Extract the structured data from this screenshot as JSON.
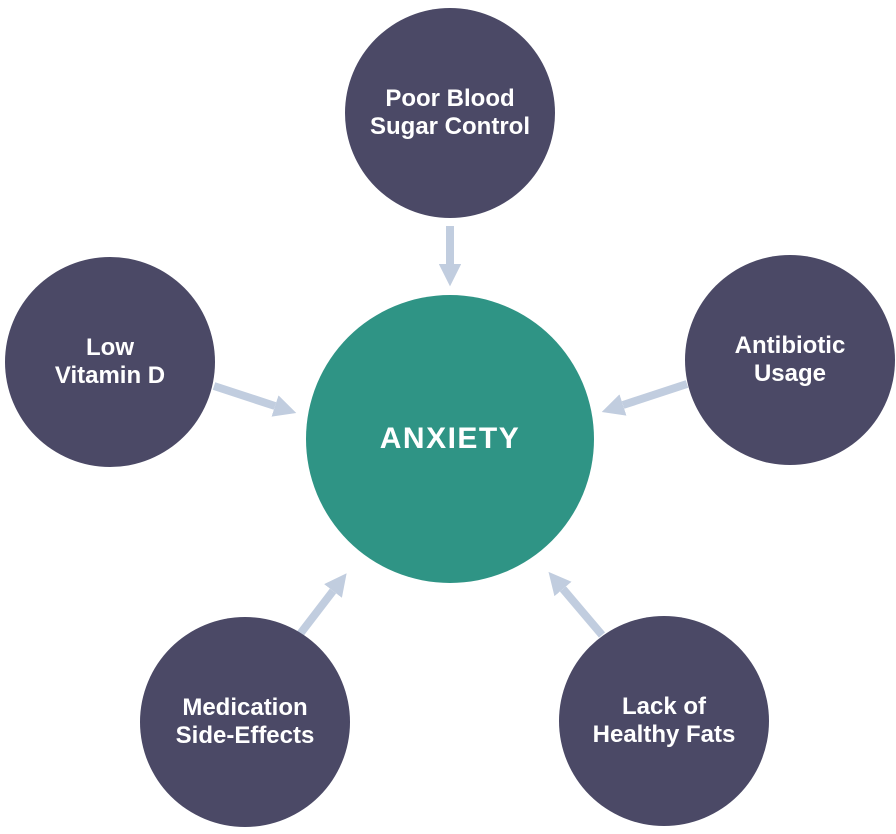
{
  "diagram": {
    "center_node": {
      "id": "anxiety",
      "label": "ANXIETY"
    },
    "factor_nodes": [
      {
        "id": "poor-blood-sugar-control",
        "lines": [
          "Poor Blood",
          "Sugar Control"
        ],
        "position": "top"
      },
      {
        "id": "low-vitamin-d",
        "lines": [
          "Low",
          "Vitamin D"
        ],
        "position": "left"
      },
      {
        "id": "antibiotic-usage",
        "lines": [
          "Antibiotic",
          "Usage"
        ],
        "position": "right"
      },
      {
        "id": "medication-side-effects",
        "lines": [
          "Medication",
          "Side-Effects"
        ],
        "position": "bottom-left"
      },
      {
        "id": "lack-of-healthy-fats",
        "lines": [
          "Lack of",
          "Healthy Fats"
        ],
        "position": "bottom-right"
      }
    ],
    "arrows": [
      {
        "from": "poor-blood-sugar-control",
        "to": "anxiety"
      },
      {
        "from": "low-vitamin-d",
        "to": "anxiety"
      },
      {
        "from": "antibiotic-usage",
        "to": "anxiety"
      },
      {
        "from": "medication-side-effects",
        "to": "anxiety"
      },
      {
        "from": "lack-of-healthy-fats",
        "to": "anxiety"
      }
    ],
    "colors": {
      "center_circle": "#2F9485",
      "factor_circle": "#4B4966",
      "arrow": "#C1CDDF",
      "label_text": "#FFFFFF",
      "background": "#FFFFFF"
    }
  }
}
